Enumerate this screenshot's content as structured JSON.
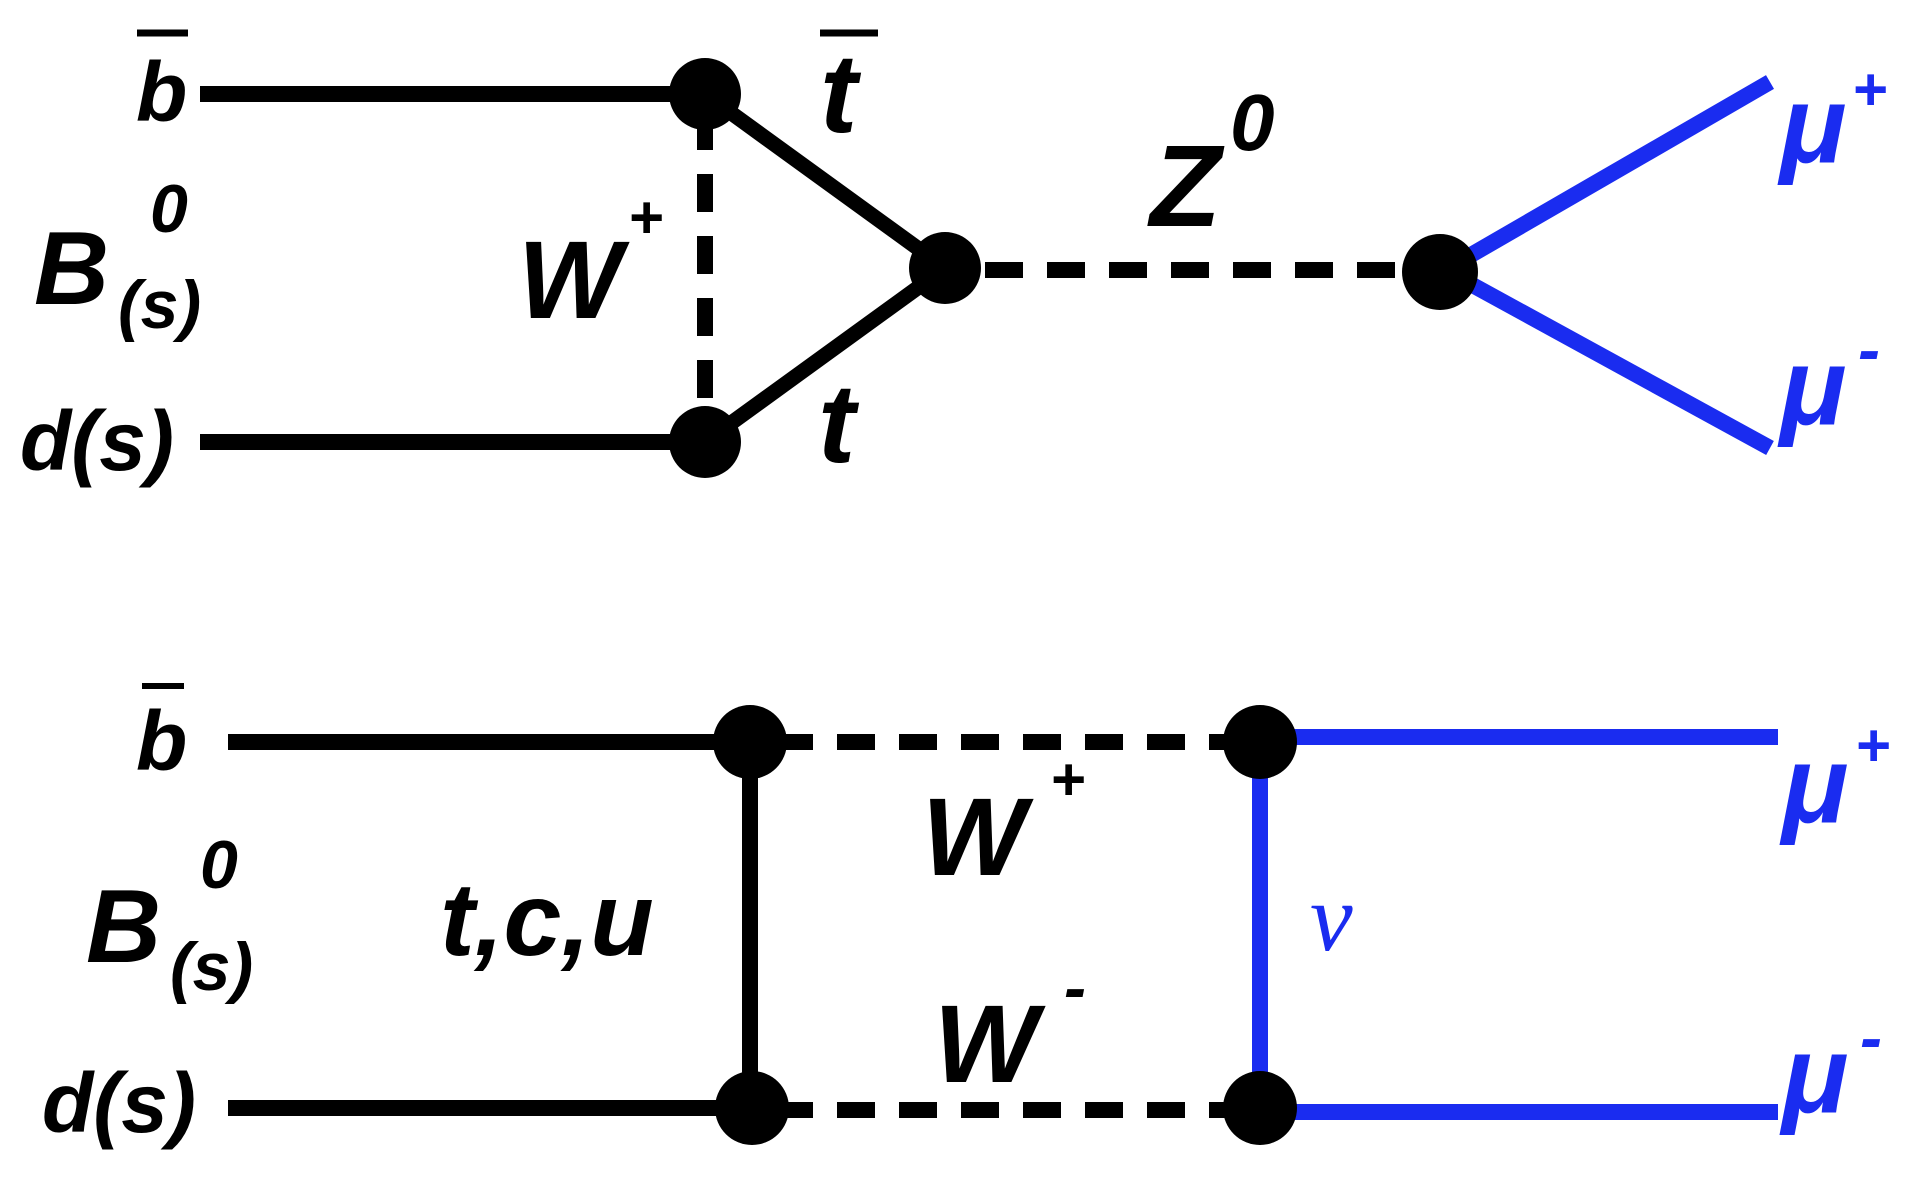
{
  "colors": {
    "quark_line": "#000000",
    "boson_line": "#000000",
    "lepton_line": "#1a2cf0",
    "lepton_label": "#1a2cf0"
  },
  "penguin": {
    "b_bar": "b",
    "meson": "B",
    "meson_sup": "0",
    "meson_sub": "(s)",
    "d_s": "d(s)",
    "w_label": "W",
    "w_sup": "+",
    "t_bar": "t",
    "t": "t",
    "z_label": "Z",
    "z_sup": "0",
    "mu": "μ",
    "mu_plus_sup": "+",
    "mu_minus_sup": "-"
  },
  "box": {
    "b_bar": "b",
    "meson": "B",
    "meson_sup": "0",
    "meson_sub": "(s)",
    "d_s": "d(s)",
    "quarks": "t,c,u",
    "w_label": "W",
    "w_plus_sup": "+",
    "w_minus_sup": "-",
    "nu": "ν",
    "mu": "μ",
    "mu_plus_sup": "+",
    "mu_minus_sup": "-"
  }
}
